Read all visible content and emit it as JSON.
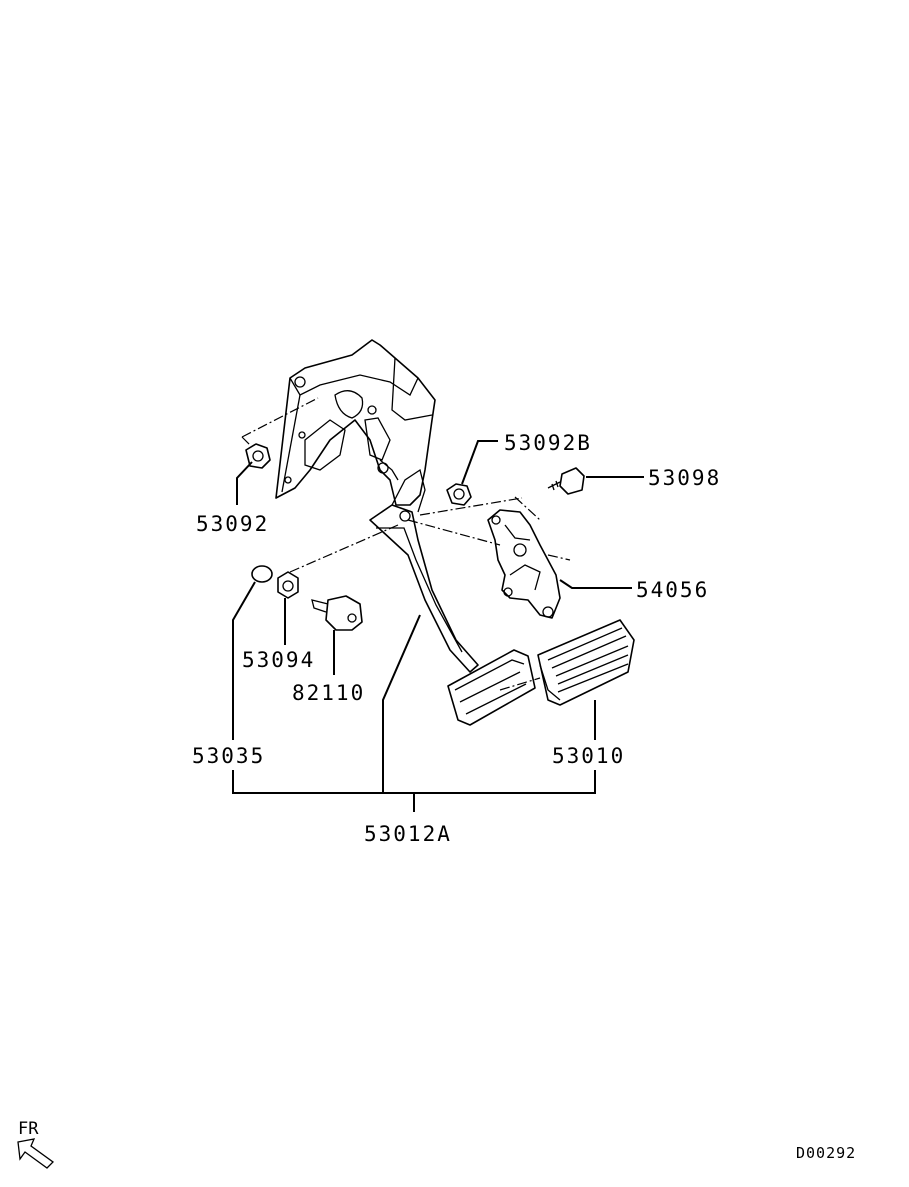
{
  "labels": {
    "p53092": "53092",
    "p53092B": "53092B",
    "p53098": "53098",
    "p54056": "54056",
    "p53094": "53094",
    "p82110": "82110",
    "p53035": "53035",
    "p53010": "53010",
    "p53012A": "53012A"
  },
  "footer": {
    "direction": "FR",
    "diagram_code": "D00292"
  },
  "colors": {
    "ink": "#000000",
    "paper": "#ffffff"
  }
}
